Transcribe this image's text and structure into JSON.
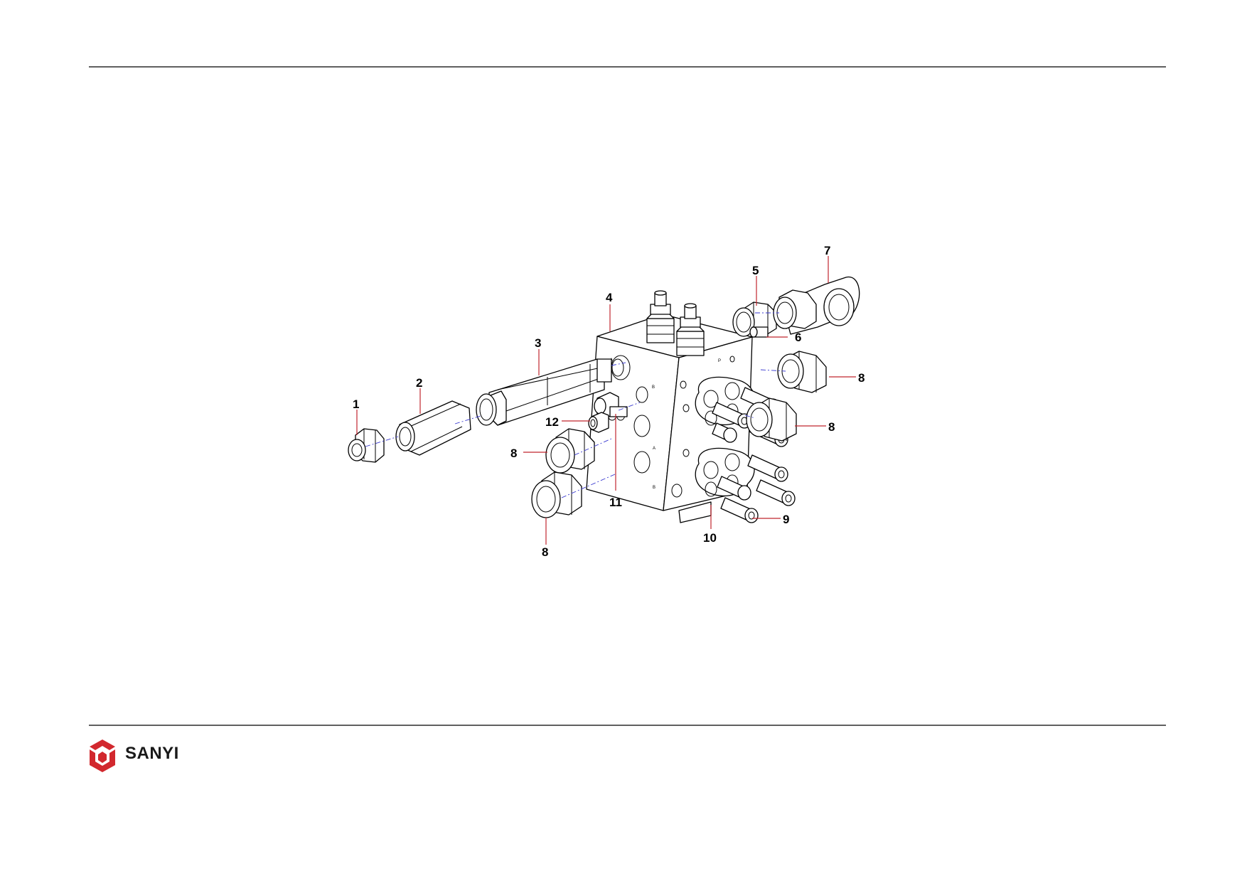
{
  "brand": {
    "name": "SANYI",
    "logo_color": "#d2282e",
    "text_color": "#1a1a1a"
  },
  "colors": {
    "leader": "#c0262e",
    "axis": "#3a3ad0",
    "line": "#000000"
  },
  "callouts": [
    "1",
    "2",
    "3",
    "4",
    "5",
    "6",
    "7",
    "8",
    "8",
    "8",
    "8",
    "9",
    "10",
    "11",
    "12"
  ],
  "port_marks": [
    "A",
    "B",
    "A",
    "B",
    "P"
  ]
}
